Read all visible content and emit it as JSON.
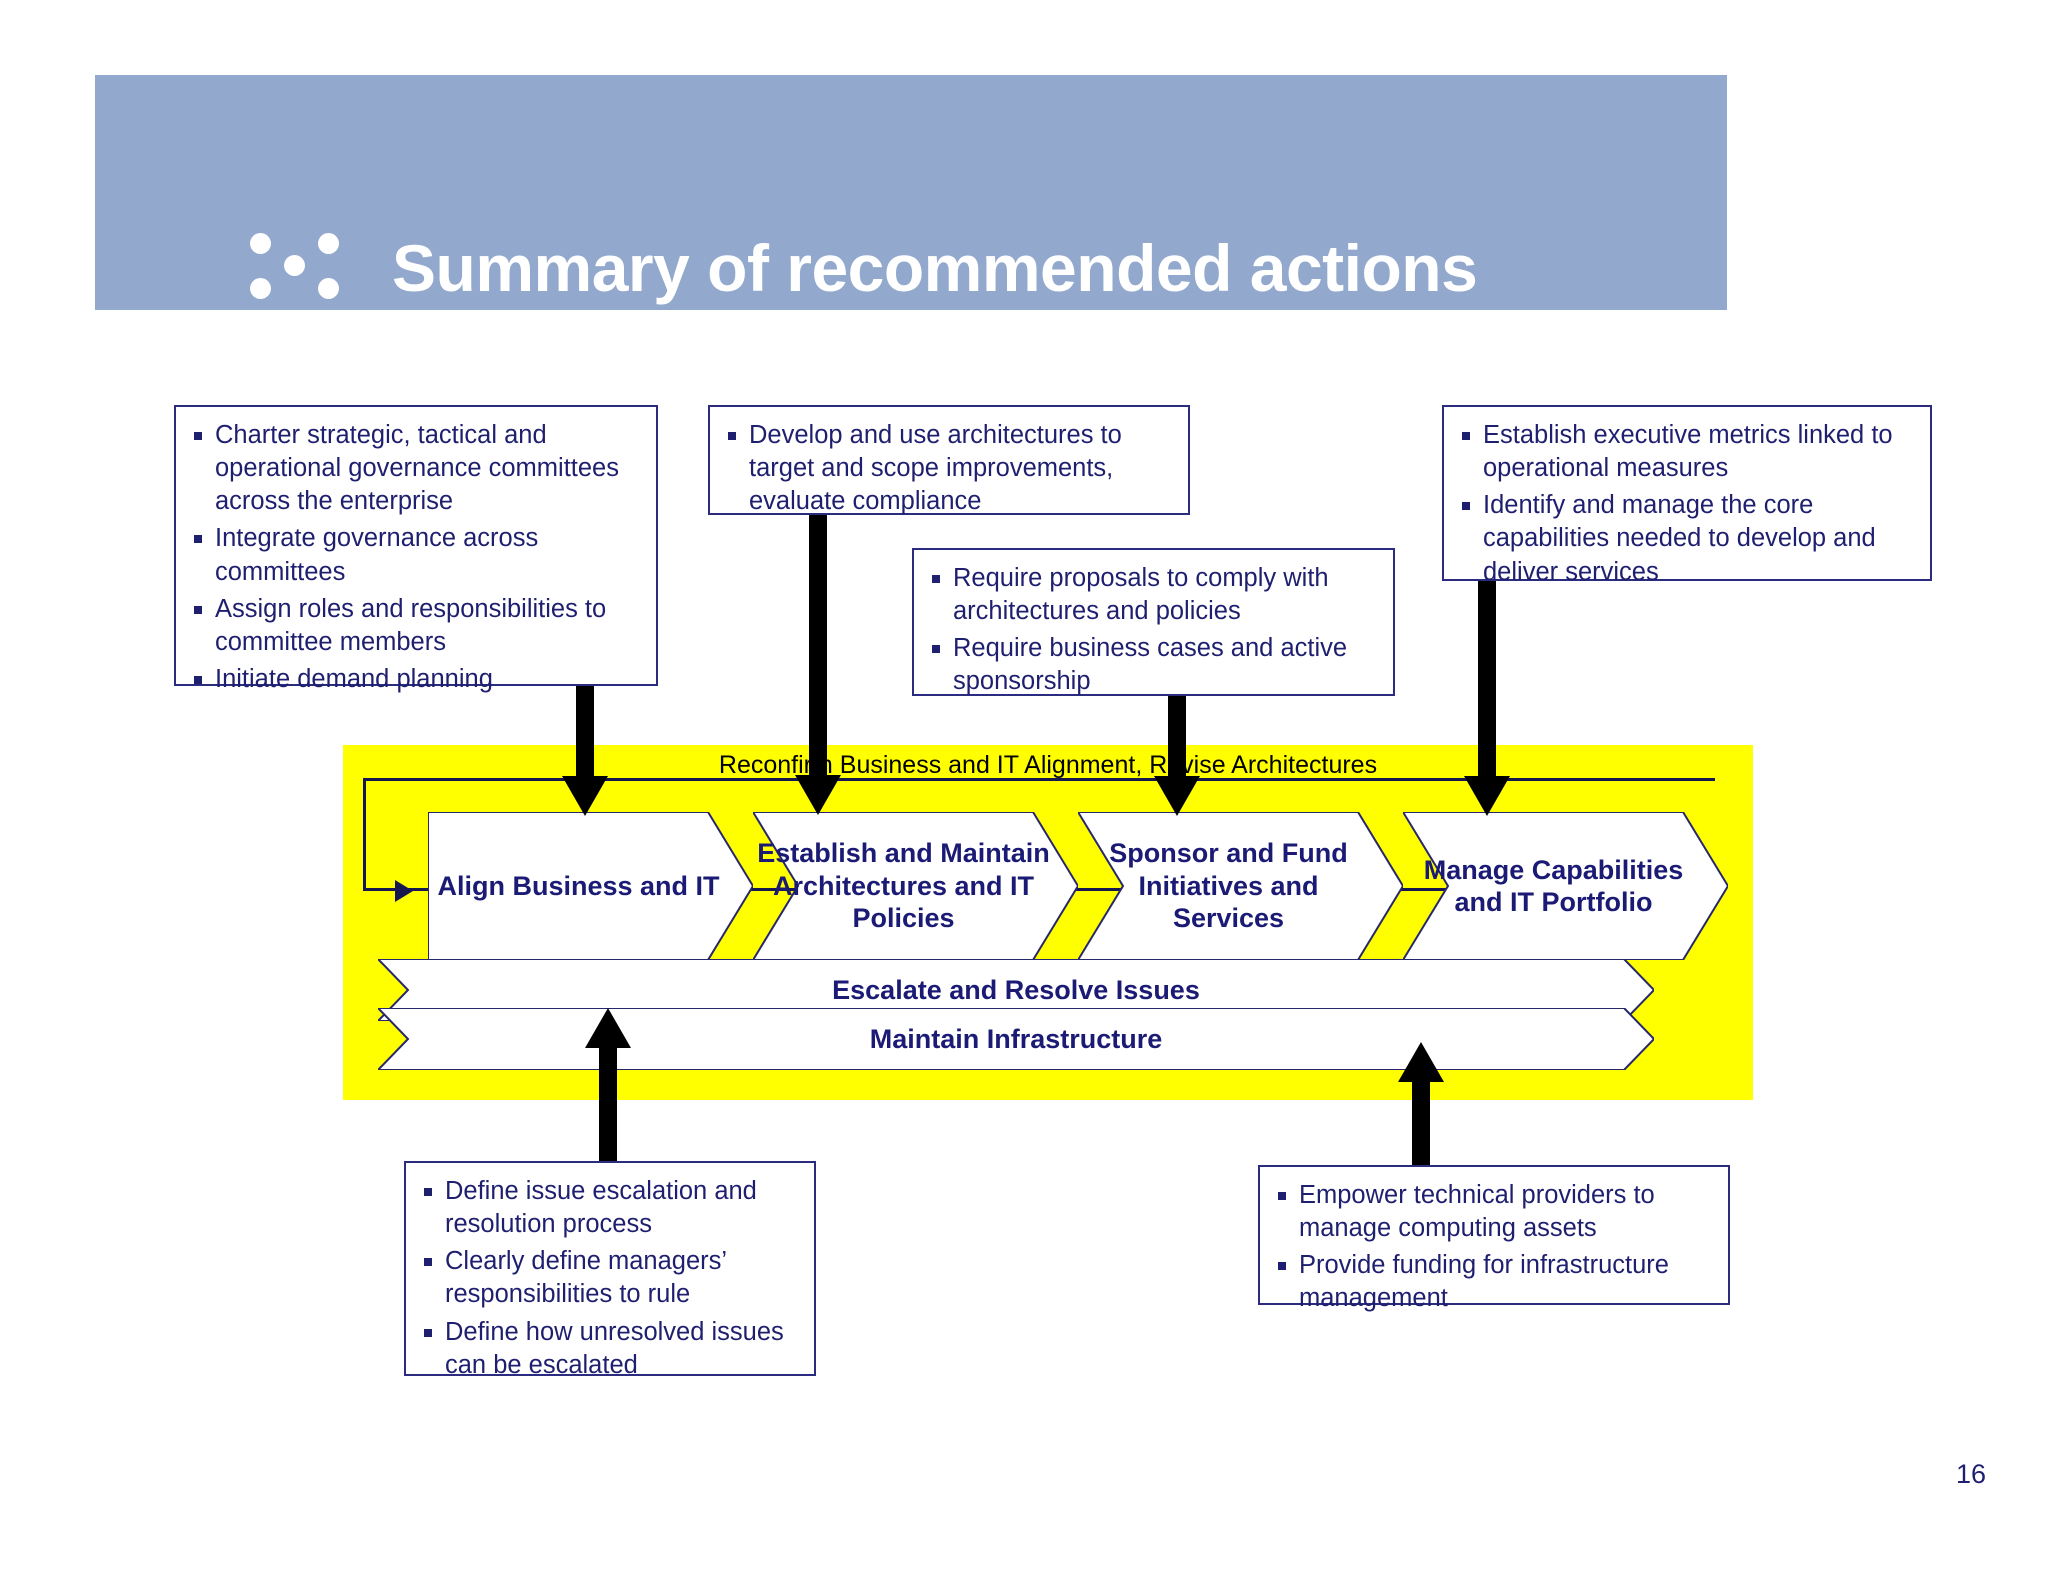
{
  "header": {
    "title": "Summary of recommended actions",
    "band_color": "#92a8cd",
    "logo_name": "five-dots-logo"
  },
  "callouts": [
    {
      "id": "charter",
      "name": "callout-charter-governance",
      "bullets": [
        "Charter strategic, tactical and operational governance committees across the enterprise",
        "Integrate governance across committees",
        "Assign roles and responsibilities to committee members",
        "Initiate demand planning"
      ]
    },
    {
      "id": "develop",
      "name": "callout-develop-architectures",
      "bullets": [
        "Develop and use architectures to target and scope improvements, evaluate compliance"
      ]
    },
    {
      "id": "require",
      "name": "callout-require-proposals",
      "bullets": [
        "Require proposals to comply with architectures and policies",
        "Require business cases and active sponsorship"
      ]
    },
    {
      "id": "metrics",
      "name": "callout-executive-metrics",
      "bullets": [
        "Establish executive metrics linked to operational measures",
        "Identify and manage the core capabilities needed to develop and deliver services"
      ]
    },
    {
      "id": "escalation",
      "name": "callout-issue-escalation",
      "bullets": [
        "Define issue escalation and resolution process",
        "Clearly define managers’ responsibilities to rule",
        "Define how unresolved issues can be escalated"
      ]
    },
    {
      "id": "empower",
      "name": "callout-empower-providers",
      "bullets": [
        "Empower technical providers to manage computing assets",
        "Provide funding for infrastructure management"
      ]
    }
  ],
  "process": {
    "region_color": "#ffff00",
    "loop_label": "Reconfirm Business and IT Alignment, Revise Architectures",
    "stages": [
      "Align Business and IT",
      "Establish and Maintain Architectures and IT Policies",
      "Sponsor and Fund Initiatives and Services",
      "Manage Capabilities and IT Portfolio"
    ],
    "banners": [
      "Escalate and Resolve Issues",
      "Maintain Infrastructure"
    ]
  },
  "footer": {
    "page_number": "16"
  }
}
